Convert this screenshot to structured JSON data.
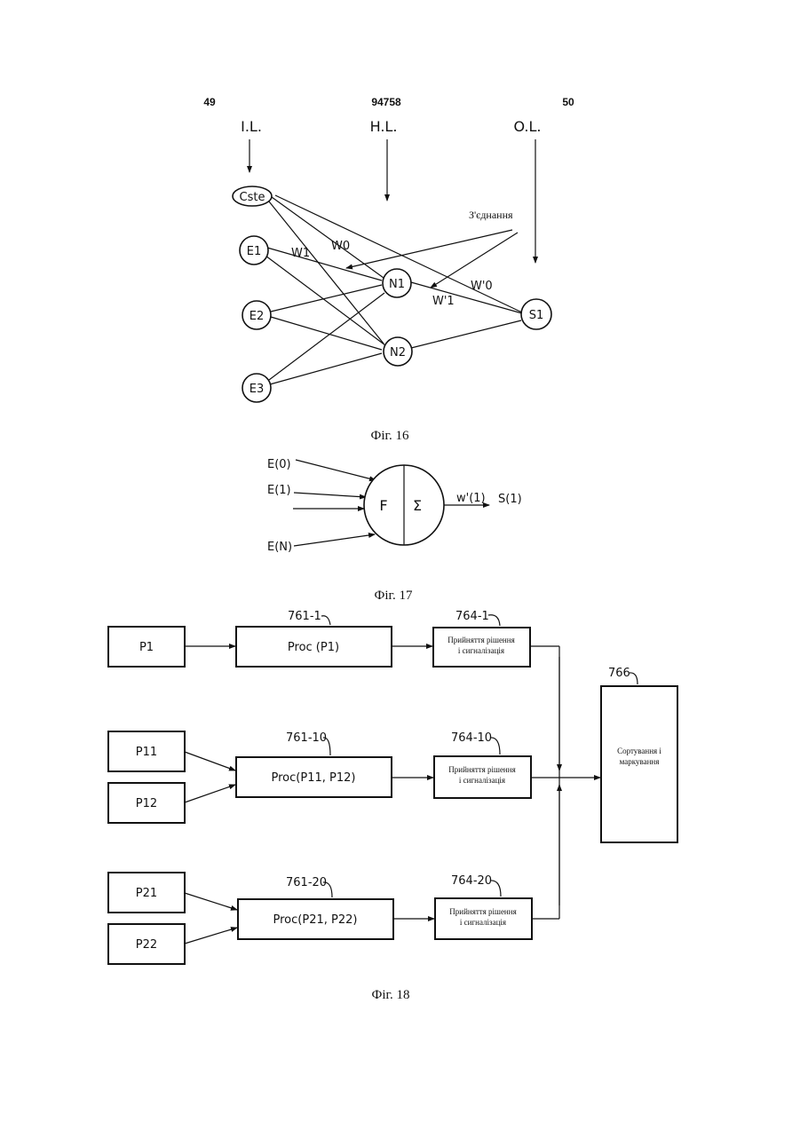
{
  "header": {
    "left_page": "49",
    "doc_number": "94758",
    "right_page": "50"
  },
  "fig16": {
    "layers": {
      "input": "I.L.",
      "hidden": "H.L.",
      "output": "O.L."
    },
    "nodes": {
      "cste": "Cste",
      "e1": "E1",
      "e2": "E2",
      "e3": "E3",
      "n1": "N1",
      "n2": "N2",
      "s1": "S1"
    },
    "weights": {
      "w0": "W0",
      "w1": "W1",
      "w0p": "W'0",
      "w1p": "W'1"
    },
    "connection_label": "З'єднання",
    "caption": "Фіг. 16"
  },
  "fig17": {
    "inputs": {
      "e0": "E(0)",
      "e1": "E(1)",
      "en": "E(N)"
    },
    "f": "F",
    "sigma": "Σ",
    "weight": "w'(1)",
    "output": "S(1)",
    "caption": "Фіг. 17"
  },
  "fig18": {
    "inputs": {
      "p1": "P1",
      "p11": "P11",
      "p12": "P12",
      "p21": "P21",
      "p22": "P22"
    },
    "procs": {
      "proc1": "Proc (P1)",
      "proc10": "Proc(P11, P12)",
      "proc20": "Proc(P21, P22)"
    },
    "proc_refs": {
      "r1": "761-1",
      "r10": "761-10",
      "r20": "761-20"
    },
    "decision_line1": "Прийняття рішення",
    "decision_line2": "і сигналізація",
    "decision_refs": {
      "r1": "764-1",
      "r10": "764-10",
      "r20": "764-20"
    },
    "sort_line1": "Сортування і",
    "sort_line2": "маркування",
    "sort_ref": "766",
    "caption": "Фіг. 18"
  }
}
